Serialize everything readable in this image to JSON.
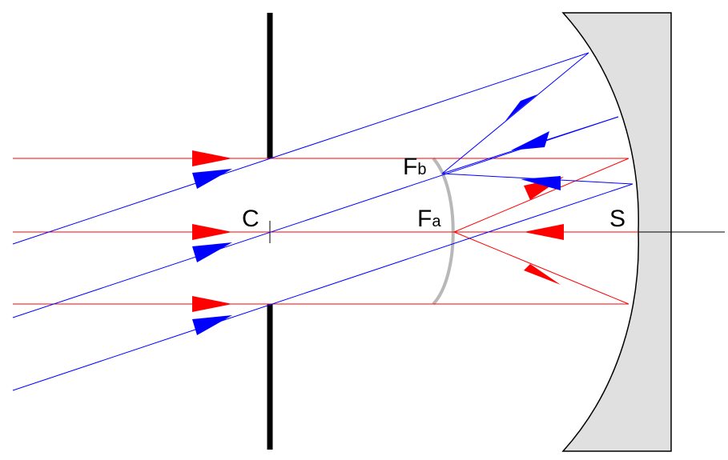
{
  "labels": {
    "center": "C",
    "focal_b_main": "F",
    "focal_b_sub": "b",
    "focal_a_main": "F",
    "focal_a_sub": "a",
    "vertex": "S"
  },
  "colors": {
    "paraxial_rays": "#ff0000",
    "oblique_rays": "#0000ff",
    "stop": "#000000",
    "mirror_fill": "#e0e0e0",
    "focal_surface": "#b8b8b8",
    "axis": "#000000"
  },
  "icons": {
    "ray_arrow": "triangle-arrow-icon"
  }
}
